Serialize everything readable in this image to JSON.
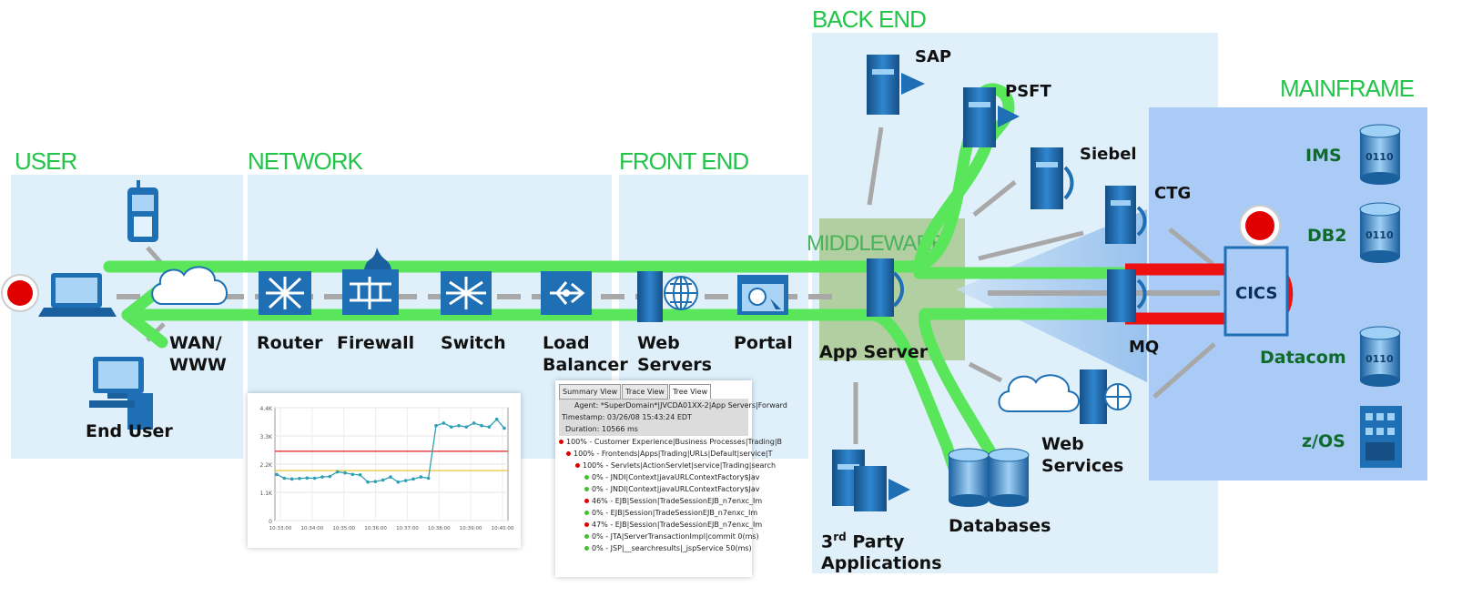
{
  "zones": {
    "user": "USER",
    "network": "NETWORK",
    "front_end": "FRONT END",
    "back_end": "BACK END",
    "middleware": "MIDDLEWARE",
    "mainframe": "MAINFRAME"
  },
  "user_nodes": {
    "end_user": "End User"
  },
  "network_nodes": {
    "wan_line1": "WAN/",
    "wan_line2": "WWW",
    "router": "Router",
    "firewall": "Firewall",
    "switch": "Switch",
    "load_balancer_line1": "Load",
    "load_balancer_line2": "Balancer"
  },
  "front_end_nodes": {
    "web_servers_line1": "Web",
    "web_servers_line2": "Servers",
    "portal": "Portal"
  },
  "middleware_nodes": {
    "app_server": "App Server"
  },
  "back_end_nodes": {
    "sap": "SAP",
    "psft": "PSFT",
    "siebel": "Siebel",
    "ctg": "CTG",
    "mq": "MQ",
    "web_services_line1": "Web",
    "web_services_line2": "Services",
    "databases": "Databases",
    "third_party_line1": "3",
    "third_party_sup": "rd",
    "third_party_line1_rest": " Party",
    "third_party_line2": "Applications"
  },
  "mainframe_nodes": {
    "cics": "CICS",
    "ims": "IMS",
    "db2": "DB2",
    "datacom": "Datacom",
    "zos": "z/OS",
    "cylinder_text": "0110"
  },
  "colors": {
    "zone_bg": "#dff0fb",
    "mainframe_bg": "#a9cbf5",
    "title_green": "#22c44a",
    "flow_green": "#5ae65a",
    "flow_red": "#ee1111",
    "alert_red": "#e00000",
    "device_blue": "#1f6fb5"
  },
  "chart_data": {
    "type": "line",
    "title": "",
    "xlabel": "",
    "ylabel": "",
    "y_ticks": [
      "4.4K",
      "3.3K",
      "2.2K",
      "1.1K",
      "0"
    ],
    "x_ticks": [
      "10:33:00",
      "10:34:00",
      "10:35:00",
      "10:36:00",
      "10:37:00",
      "10:38:00",
      "10:39:00",
      "10:40:00"
    ],
    "ylim": [
      0,
      4400
    ],
    "thresholds": [
      {
        "name": "red",
        "value": 2700,
        "color": "#e02020"
      },
      {
        "name": "yellow",
        "value": 1950,
        "color": "#e8c020"
      }
    ],
    "series": [
      {
        "color": "#2f9fb5",
        "values": [
          1800,
          1650,
          1620,
          1640,
          1660,
          1650,
          1700,
          1720,
          1900,
          1860,
          1800,
          1780,
          1500,
          1520,
          1580,
          1700,
          1500,
          1560,
          1620,
          1700,
          1650,
          3700,
          3800,
          3650,
          3700,
          3650,
          3800,
          3700,
          3650,
          3950,
          3600
        ]
      }
    ]
  },
  "trace_window": {
    "tabs": [
      "Summary View",
      "Trace View",
      "Tree View"
    ],
    "agent": "Agent: *SuperDomain*|JVCDA01XX-2|App Servers|Forward",
    "timestamp": "Timestamp: 03/26/08 15:43:24 EDT",
    "duration": "Duration: 10566 ms",
    "rows": [
      "100% - Customer Experience|Business Processes|Trading|B",
      "100% - Frontends|Apps|Trading|URLs|Default|service|T",
      "100% - Servlets|ActionServlet|service|Trading|search",
      "0% - JNDI|Context|javaURLContextFactory$Jav",
      "0% - JNDI|Context|javaURLContextFactory$Jav",
      "46% - EJB|Session|TradeSessionEJB_n7enxc_Im",
      "0% - EJB|Session|TradeSessionEJB_n7enxc_Im",
      "47% - EJB|Session|TradeSessionEJB_n7enxc_Im",
      "0% - JTA|ServerTransactionImpl|commit 0(ms)",
      "0% - JSP|__searchresults|_jspService 50(ms)"
    ]
  }
}
